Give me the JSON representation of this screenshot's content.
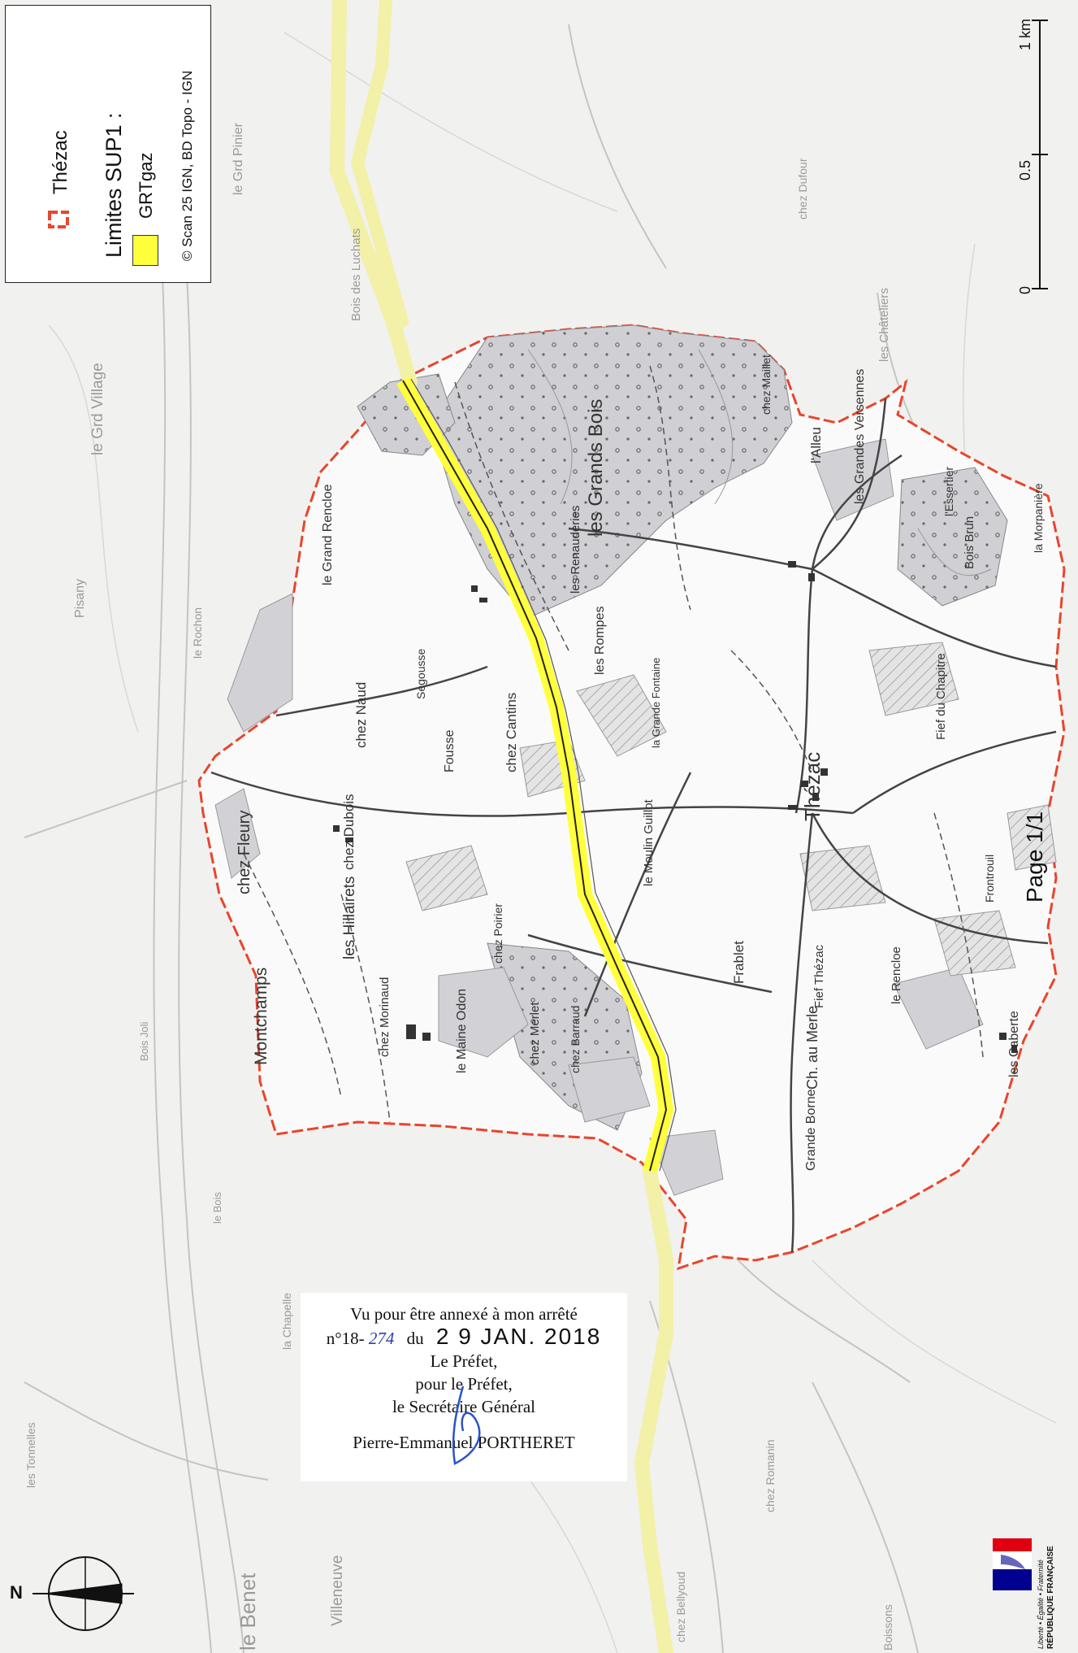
{
  "legend": {
    "commune_label": "Thézac",
    "limits_title": "Limites SUP1 :",
    "grtgaz_label": "GRTgaz",
    "source": "© Scan 25 IGN, BD Topo - IGN",
    "commune_color": "#e8452c",
    "grtgaz_color": "#ffff3c"
  },
  "scale_bar": {
    "ticks": [
      "0",
      "0.5",
      "1 km"
    ]
  },
  "page_label": "Page 1/1",
  "stamp": {
    "line1": "Vu pour être annexé à mon arrêté",
    "number_prefix": "n°18-",
    "number_handwritten": "274",
    "du": "du",
    "date": "2 9 JAN. 2018",
    "line3": "Le Préfet,",
    "line4": "pour le Préfet,",
    "line5": "le Secrétaire Général",
    "signatory": "Pierre-Emmanuel PORTHERET"
  },
  "north_label": "N",
  "republic": {
    "motto": "Liberté • Égalité • Fraternité",
    "name": "RÉPUBLIQUE FRANÇAISE"
  },
  "place_names": [
    "Thézac",
    "l'Alleu",
    "les Grandes Versennes",
    "Bois Brun",
    "la Morpanière",
    "l'Essertier",
    "Fief du Chapitre",
    "Frontrouil",
    "le Rencloe",
    "les Caberte",
    "Fief Thézac",
    "Ch. au Merle",
    "Grande Borne",
    "Frablet",
    "le Moulin Guillot",
    "les Rompes",
    "les Renauderies",
    "la Grande Fontaine",
    "chez Cantins",
    "Fousse",
    "chez Naud",
    "Segousse",
    "le Grand Rencloe",
    "chez Dubois",
    "chez Fleury",
    "les Hillairets",
    "Montchamps",
    "chez Morinaud",
    "le Maine Odon",
    "chez Merlet",
    "chez Barraud",
    "chez Poirier",
    "Pisany",
    "le Grd Village",
    "Bois des Luchats",
    "les Grands Bois",
    "chez Maillet",
    "les Châteliers",
    "chez Dufour",
    "le Grd Pinier",
    "Villeneuve",
    "le Benet",
    "les Tonnelles",
    "chez Bellyoud",
    "Boissons",
    "la Chapelle",
    "le Rochon",
    "Bois Joli",
    "chez Romanin",
    "le Bois"
  ]
}
